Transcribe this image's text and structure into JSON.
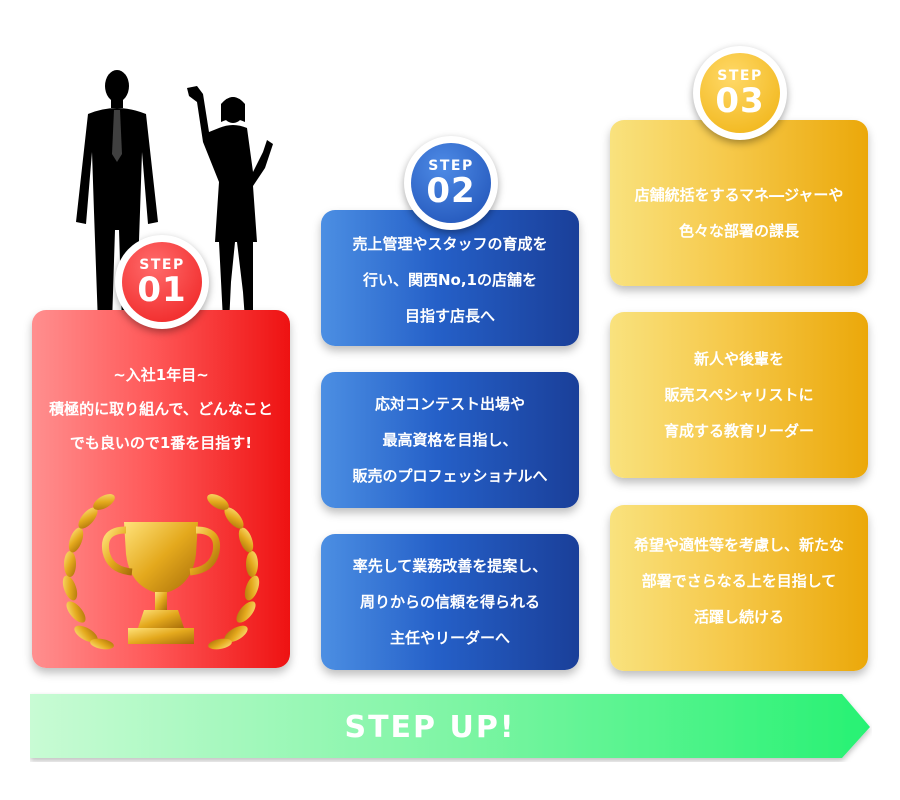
{
  "steps": [
    {
      "label": "STEP",
      "number": "01",
      "lines": [
        "~入社1年目~",
        "積極的に取り組んで、どんなこと",
        "でも良いので1番を目指す!"
      ]
    },
    {
      "label": "STEP",
      "number": "02",
      "cards": [
        [
          "売上管理やスタッフの育成を",
          "行い、関西No,1の店舗を",
          "目指す店長へ"
        ],
        [
          "応対コンテスト出場や",
          "最高資格を目指し、",
          "販売のプロフェッショナルへ"
        ],
        [
          "率先して業務改善を提案し、",
          "周りからの信頼を得られる",
          "主任やリーダーへ"
        ]
      ]
    },
    {
      "label": "STEP",
      "number": "03",
      "cards": [
        [
          "店舗統括をするマネ―ジャーや",
          "色々な部署の課長"
        ],
        [
          "新人や後輩を",
          "販売スペシャリストに",
          "育成する教育リーダー"
        ],
        [
          "希望や適性等を考慮し、新たな",
          "部署でさらなる上を目指して",
          "活躍し続ける"
        ]
      ]
    }
  ],
  "banner": "STEP UP!",
  "icons": [
    "businessman-silhouette-icon",
    "businesswoman-silhouette-icon",
    "trophy-laurel-icon"
  ],
  "colors": {
    "step1": "#ff3b3b",
    "step2": "#2a62c9",
    "step3": "#f4bf33",
    "banner": "#2ef57e"
  }
}
